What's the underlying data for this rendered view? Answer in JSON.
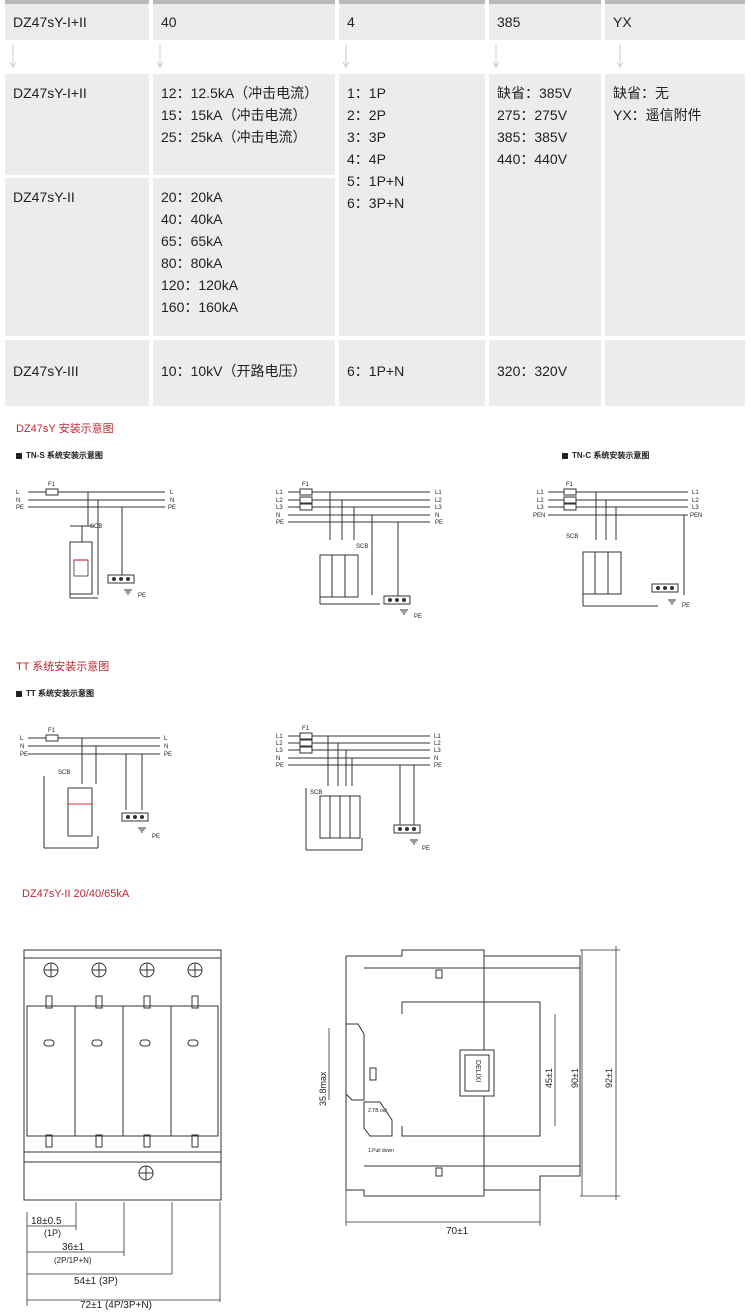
{
  "header_row": [
    "DZ47sY-I+II",
    "40",
    "4",
    "385",
    "YX"
  ],
  "rows": {
    "model_a": "DZ47sY-I+II",
    "model_b": "DZ47sY-II",
    "model_c": "DZ47sY-III",
    "current_a": [
      "12：12.5kA（冲击电流）",
      "15：15kA（冲击电流）",
      "25：25kA（冲击电流）"
    ],
    "current_b": [
      "20：20kA",
      "40：40kA",
      "65：65kA",
      "80：80kA",
      "120：120kA",
      "160：160kA"
    ],
    "current_c": "10：10kV（开路电压）",
    "poles": [
      "1：1P",
      "2：2P",
      "3：3P",
      "4：4P",
      "5：1P+N",
      "6：3P+N"
    ],
    "poles_c": "6：1P+N",
    "voltage": [
      "缺省：385V",
      "275：275V",
      "385：385V",
      "440：440V"
    ],
    "voltage_c": "320：320V",
    "acc": [
      "缺省：无",
      "YX：遥信附件"
    ]
  },
  "section1": "DZ47sY 安装示意图",
  "tns_label": "TN-S 系统安装示意图",
  "tnc_label": "TN-C 系统安装示意图",
  "section2": "TT 系统安装示意图",
  "tt_label": "TT 系统安装示意图",
  "section3": "DZ47sY-II 20/40/65kA",
  "wire": {
    "L": "L",
    "N": "N",
    "PE": "PE",
    "L1": "L1",
    "L2": "L2",
    "L3": "L3",
    "PEN": "PEN",
    "F1": "F1",
    "SCB": "SCB"
  },
  "dims": {
    "d1": "18±0.5",
    "d1s": "(1P)",
    "d2": "36±1",
    "d2s": "(2P/1P+N)",
    "d3": "54±1 (3P)",
    "d4": "72±1 (4P/3P+N)",
    "w70": "70±1",
    "h35": "35.8max",
    "h45": "45±1",
    "h90": "90±1",
    "h92": "92±1",
    "trip": "2.TB out",
    "pull": "1.Pull down",
    "brand": "DELIXI"
  }
}
